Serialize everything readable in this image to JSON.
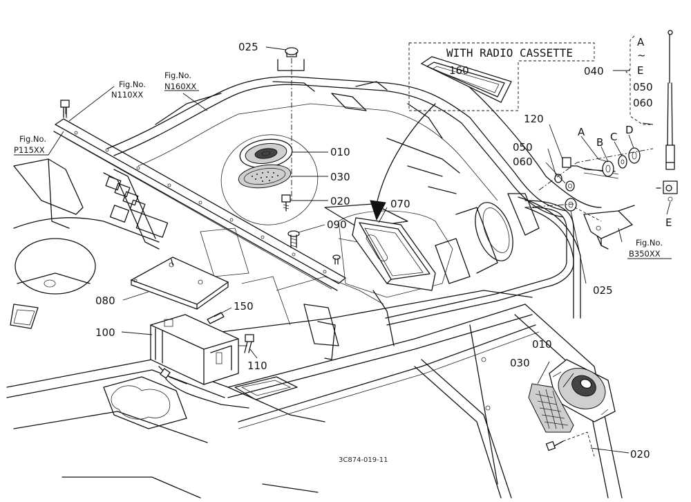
{
  "callout_title": "WITH RADIO CASSETTE",
  "parts": {
    "p025_top": "025",
    "p025_right": "025",
    "p010_top": "010",
    "p010_bottom": "010",
    "p030_top": "030",
    "p030_bottom": "030",
    "p020_top": "020",
    "p020_bottom": "020",
    "p090": "090",
    "p070": "070",
    "p080": "080",
    "p150": "150",
    "p100": "100",
    "p110": "110",
    "p160": "160",
    "p120": "120",
    "p050": "050",
    "p060": "060",
    "p040": "040",
    "conn_a": "A",
    "conn_b": "B",
    "conn_c": "C",
    "conn_d": "D",
    "conn_e": "E"
  },
  "antenna_range": {
    "a": "A",
    "tilde": "~",
    "e": "E",
    "p050": "050",
    "p060": "060"
  },
  "fig_refs": [
    {
      "heading": "Fig.No.",
      "code": "N110XX"
    },
    {
      "heading": "Fig.No.",
      "code": "N160XX"
    },
    {
      "heading": "Fig.No.",
      "code": "P115XX"
    },
    {
      "heading": "Fig.No.",
      "code": "B350XX"
    }
  ],
  "drawing_code": "3C874-019-11"
}
